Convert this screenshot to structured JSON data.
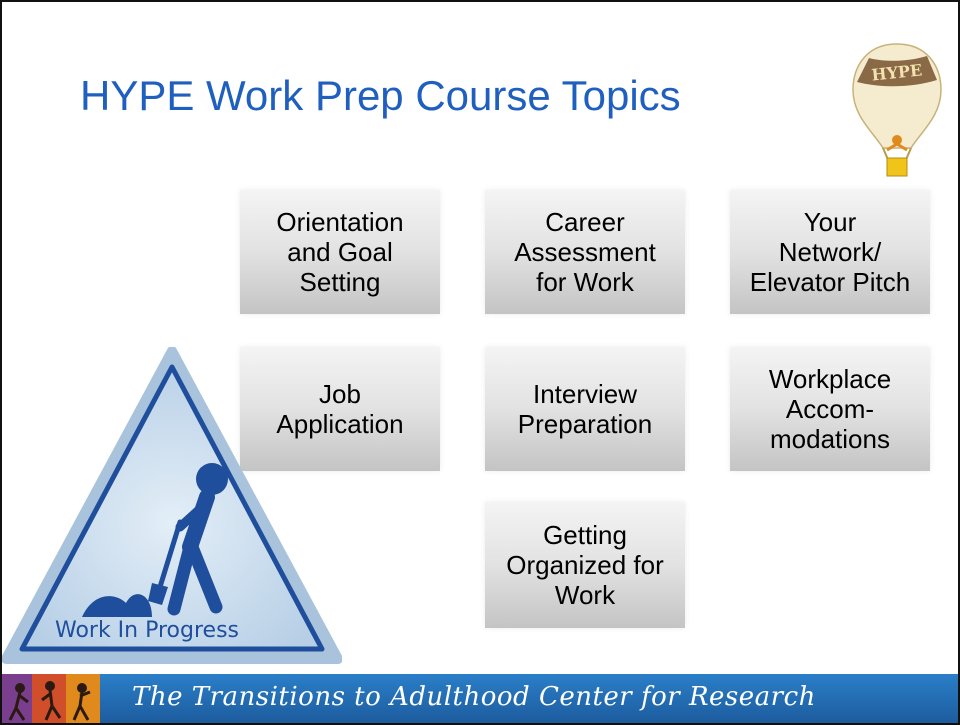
{
  "slide": {
    "title": "HYPE Work Prep Course Topics",
    "logo": {
      "text": "HYPE",
      "icon": "hot-air-balloon-icon"
    },
    "topics": [
      "Orientation\nand Goal\nSetting",
      "Career\nAssessment\nfor Work",
      "Your\nNetwork/\nElevator Pitch",
      "Job\nApplication",
      "Interview\nPreparation",
      "Workplace\nAccom-\nmodations",
      "Getting\nOrganized for\nWork"
    ],
    "sign": {
      "text": "Work In Progress",
      "icon": "work-in-progress-sign-icon"
    },
    "footer": {
      "text": "The Transitions to Adulthood Center for Research"
    }
  },
  "colors": {
    "title": "#1f5fbf",
    "footer": "#2a7fc8",
    "sign_fill": "#c9dced",
    "sign_border": "#1f4e9c"
  }
}
